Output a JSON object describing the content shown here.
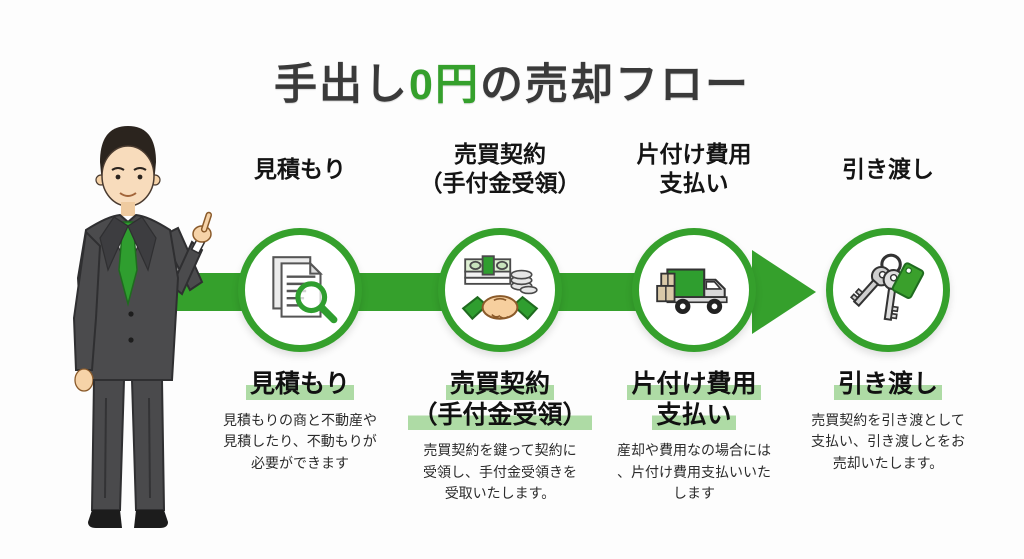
{
  "title": {
    "prefix": "手出し",
    "highlight": "0円",
    "suffix": "の売却フロー"
  },
  "colors": {
    "green": "#35a02c",
    "light_green": "#aedba5",
    "dark": "#3a3a3a"
  },
  "illustration": "businessman-pointing",
  "steps": [
    {
      "icon": "document-search-icon",
      "header_lines": [
        "見積もり",
        ""
      ],
      "label_lines": [
        "見積もり",
        ""
      ],
      "description": [
        "見積もりの商と不動産や",
        "見積したり、不動もりが",
        "必要ができます"
      ]
    },
    {
      "icon": "handshake-money-icon",
      "header_lines": [
        "売買契約",
        "（手付金受領）"
      ],
      "label_lines": [
        "売買契約",
        "（手付金受領）"
      ],
      "description": [
        "売買契約を鍵って契約に",
        "受領し、手付金受領きを",
        "受取いたします。"
      ]
    },
    {
      "icon": "moving-truck-icon",
      "header_lines": [
        "片付け費用",
        "支払い"
      ],
      "label_lines": [
        "片付け費用",
        "支払い"
      ],
      "description": [
        "産却や費用なの場合には",
        "、片付け費用支払いいた",
        "します"
      ]
    },
    {
      "icon": "keys-icon",
      "header_lines": [
        "引き渡し",
        ""
      ],
      "label_lines": [
        "引き渡し",
        ""
      ],
      "description": [
        "売買契約を引き渡として",
        "支払い、引き渡しとをお",
        "売却いたします。"
      ]
    }
  ]
}
